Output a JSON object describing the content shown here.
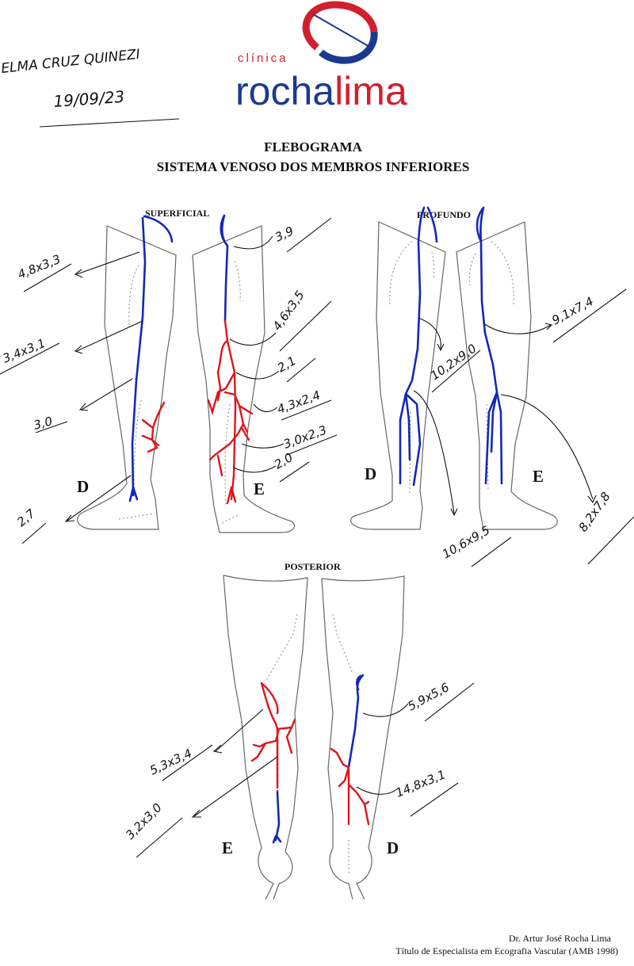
{
  "header": {
    "patient_name": "ELMA CRUZ QUINEZI",
    "date": "19/09/23"
  },
  "logo": {
    "prefix": "clínica",
    "name_part1": "rocha",
    "name_part2": "lima",
    "colors": {
      "blue": "#1b3a8f",
      "red": "#d11f2e"
    }
  },
  "title": {
    "main": "FLEBOGRAMA",
    "subtitle": "SISTEMA VENOSO DOS MEMBROS INFERIORES"
  },
  "superficial": {
    "label": "SUPERFICIAL",
    "right_side": "D",
    "left_side": "E",
    "right_measurements": [
      "4,8x3,3",
      "3,4x3,1",
      "3,0",
      "2,7"
    ],
    "left_measurements": [
      "3,9",
      "4,6x3,5",
      "2,1",
      "4,3x2,4",
      "3,0x2,3",
      "2,0"
    ]
  },
  "profundo": {
    "label": "PROFUNDO",
    "right_side": "D",
    "left_side": "E",
    "right_measurements": [
      "10,2x9,0",
      "10,6x9,5"
    ],
    "left_measurements": [
      "9,1x7,4",
      "8,2x7,8"
    ]
  },
  "posterior": {
    "label": "POSTERIOR",
    "left_side": "E",
    "right_side": "D",
    "left_measurements": [
      "5,3x3,4",
      "3,2x3,0"
    ],
    "right_measurements": [
      "5,9x5,6",
      "14,8x3,1"
    ]
  },
  "vein_colors": {
    "normal": "#1428b8",
    "reflux": "#e0141c"
  },
  "footer": {
    "doctor": "Dr. Artur José Rocha Lima",
    "credential": "Título de Especialista em Ecografia Vascular (AMB 1998)"
  }
}
